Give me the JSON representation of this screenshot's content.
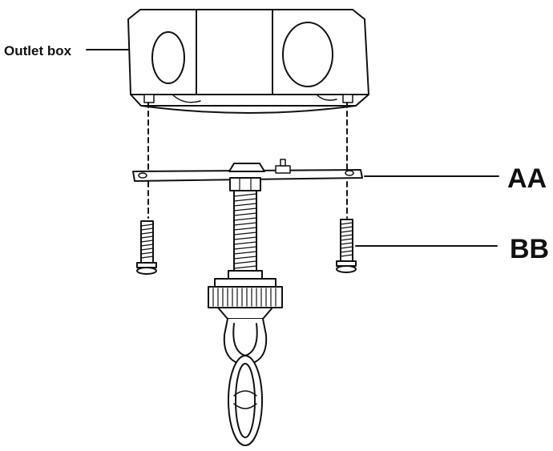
{
  "labels": {
    "outlet_box": "Outlet box",
    "mounting_bar": "AA",
    "mounting_screws": "BB"
  },
  "colors": {
    "line": "#111111",
    "fill": "#ffffff"
  }
}
